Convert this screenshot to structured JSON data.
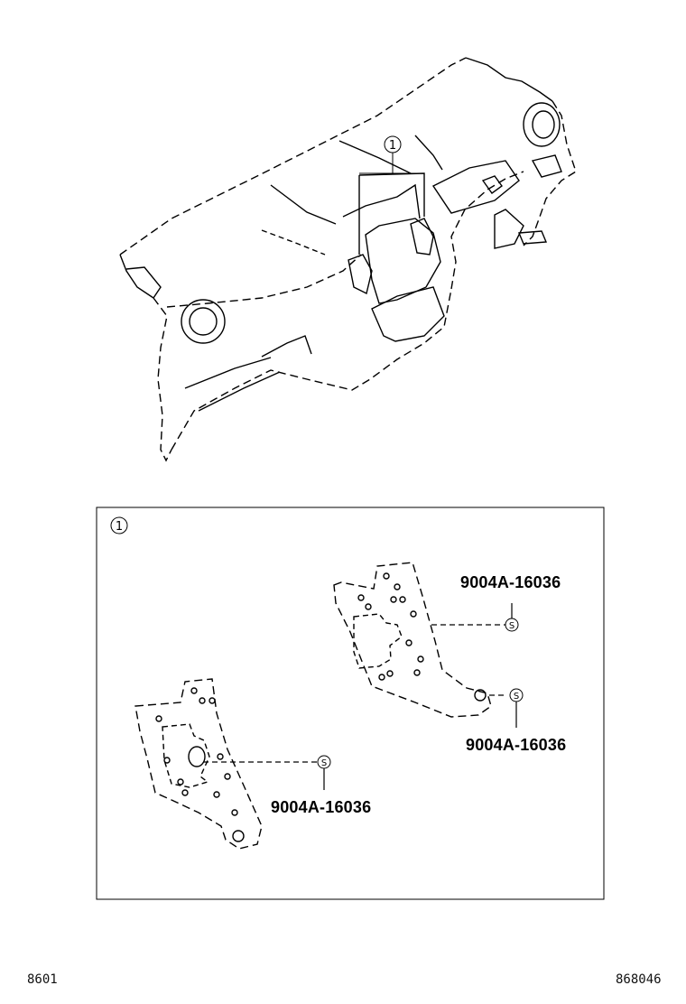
{
  "diagram": {
    "top_callout": "1",
    "detail_callout": "1",
    "bolt_symbol": "S",
    "part_labels": {
      "upper_bracket_top": "9004A-16036",
      "upper_bracket_right": "9004A-16036",
      "lower_bracket": "9004A-16036"
    }
  },
  "footer": {
    "left_code": "8601",
    "right_code": "868046"
  }
}
